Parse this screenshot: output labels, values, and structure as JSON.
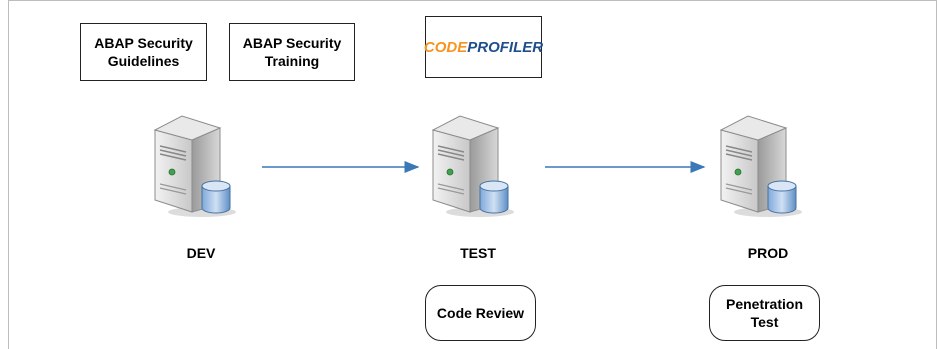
{
  "boxes": {
    "guidelines": "ABAP Security\nGuidelines",
    "training": "ABAP Security\nTraining",
    "code_review": "Code Review",
    "pentest": "Penetration\nTest"
  },
  "logo": {
    "part1": "CODE",
    "part2": "PROFILER"
  },
  "stages": {
    "dev": "DEV",
    "test": "TEST",
    "prod": "PROD"
  },
  "colors": {
    "arrow": "#3a78b8",
    "logo_orange": "#f7941d",
    "logo_blue": "#1f4e8c"
  }
}
